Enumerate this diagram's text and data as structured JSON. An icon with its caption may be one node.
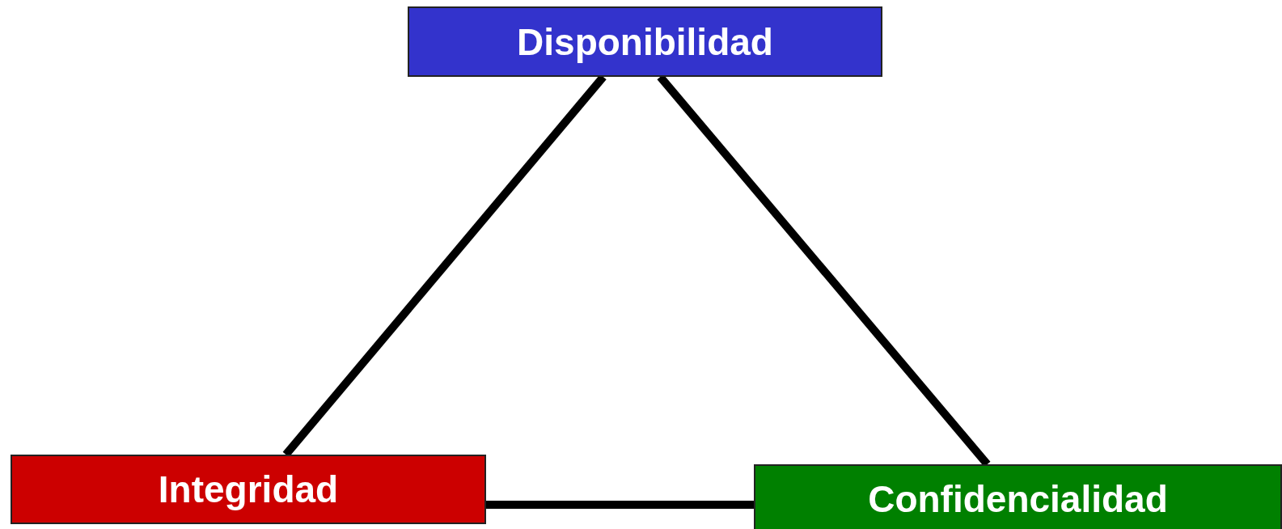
{
  "diagram": {
    "nodes": [
      {
        "text": [
          "Disponibilidad"
        ]
      },
      {
        "text": [
          "Integridad"
        ]
      },
      {
        "text": [
          "Confidencialidad"
        ]
      }
    ],
    "edges": [
      {
        "from": 0,
        "to": 1,
        "arrow": "none"
      },
      {
        "from": 0,
        "to": 2,
        "arrow": "none"
      },
      {
        "from": 1,
        "to": 2,
        "arrow": "none"
      }
    ]
  }
}
